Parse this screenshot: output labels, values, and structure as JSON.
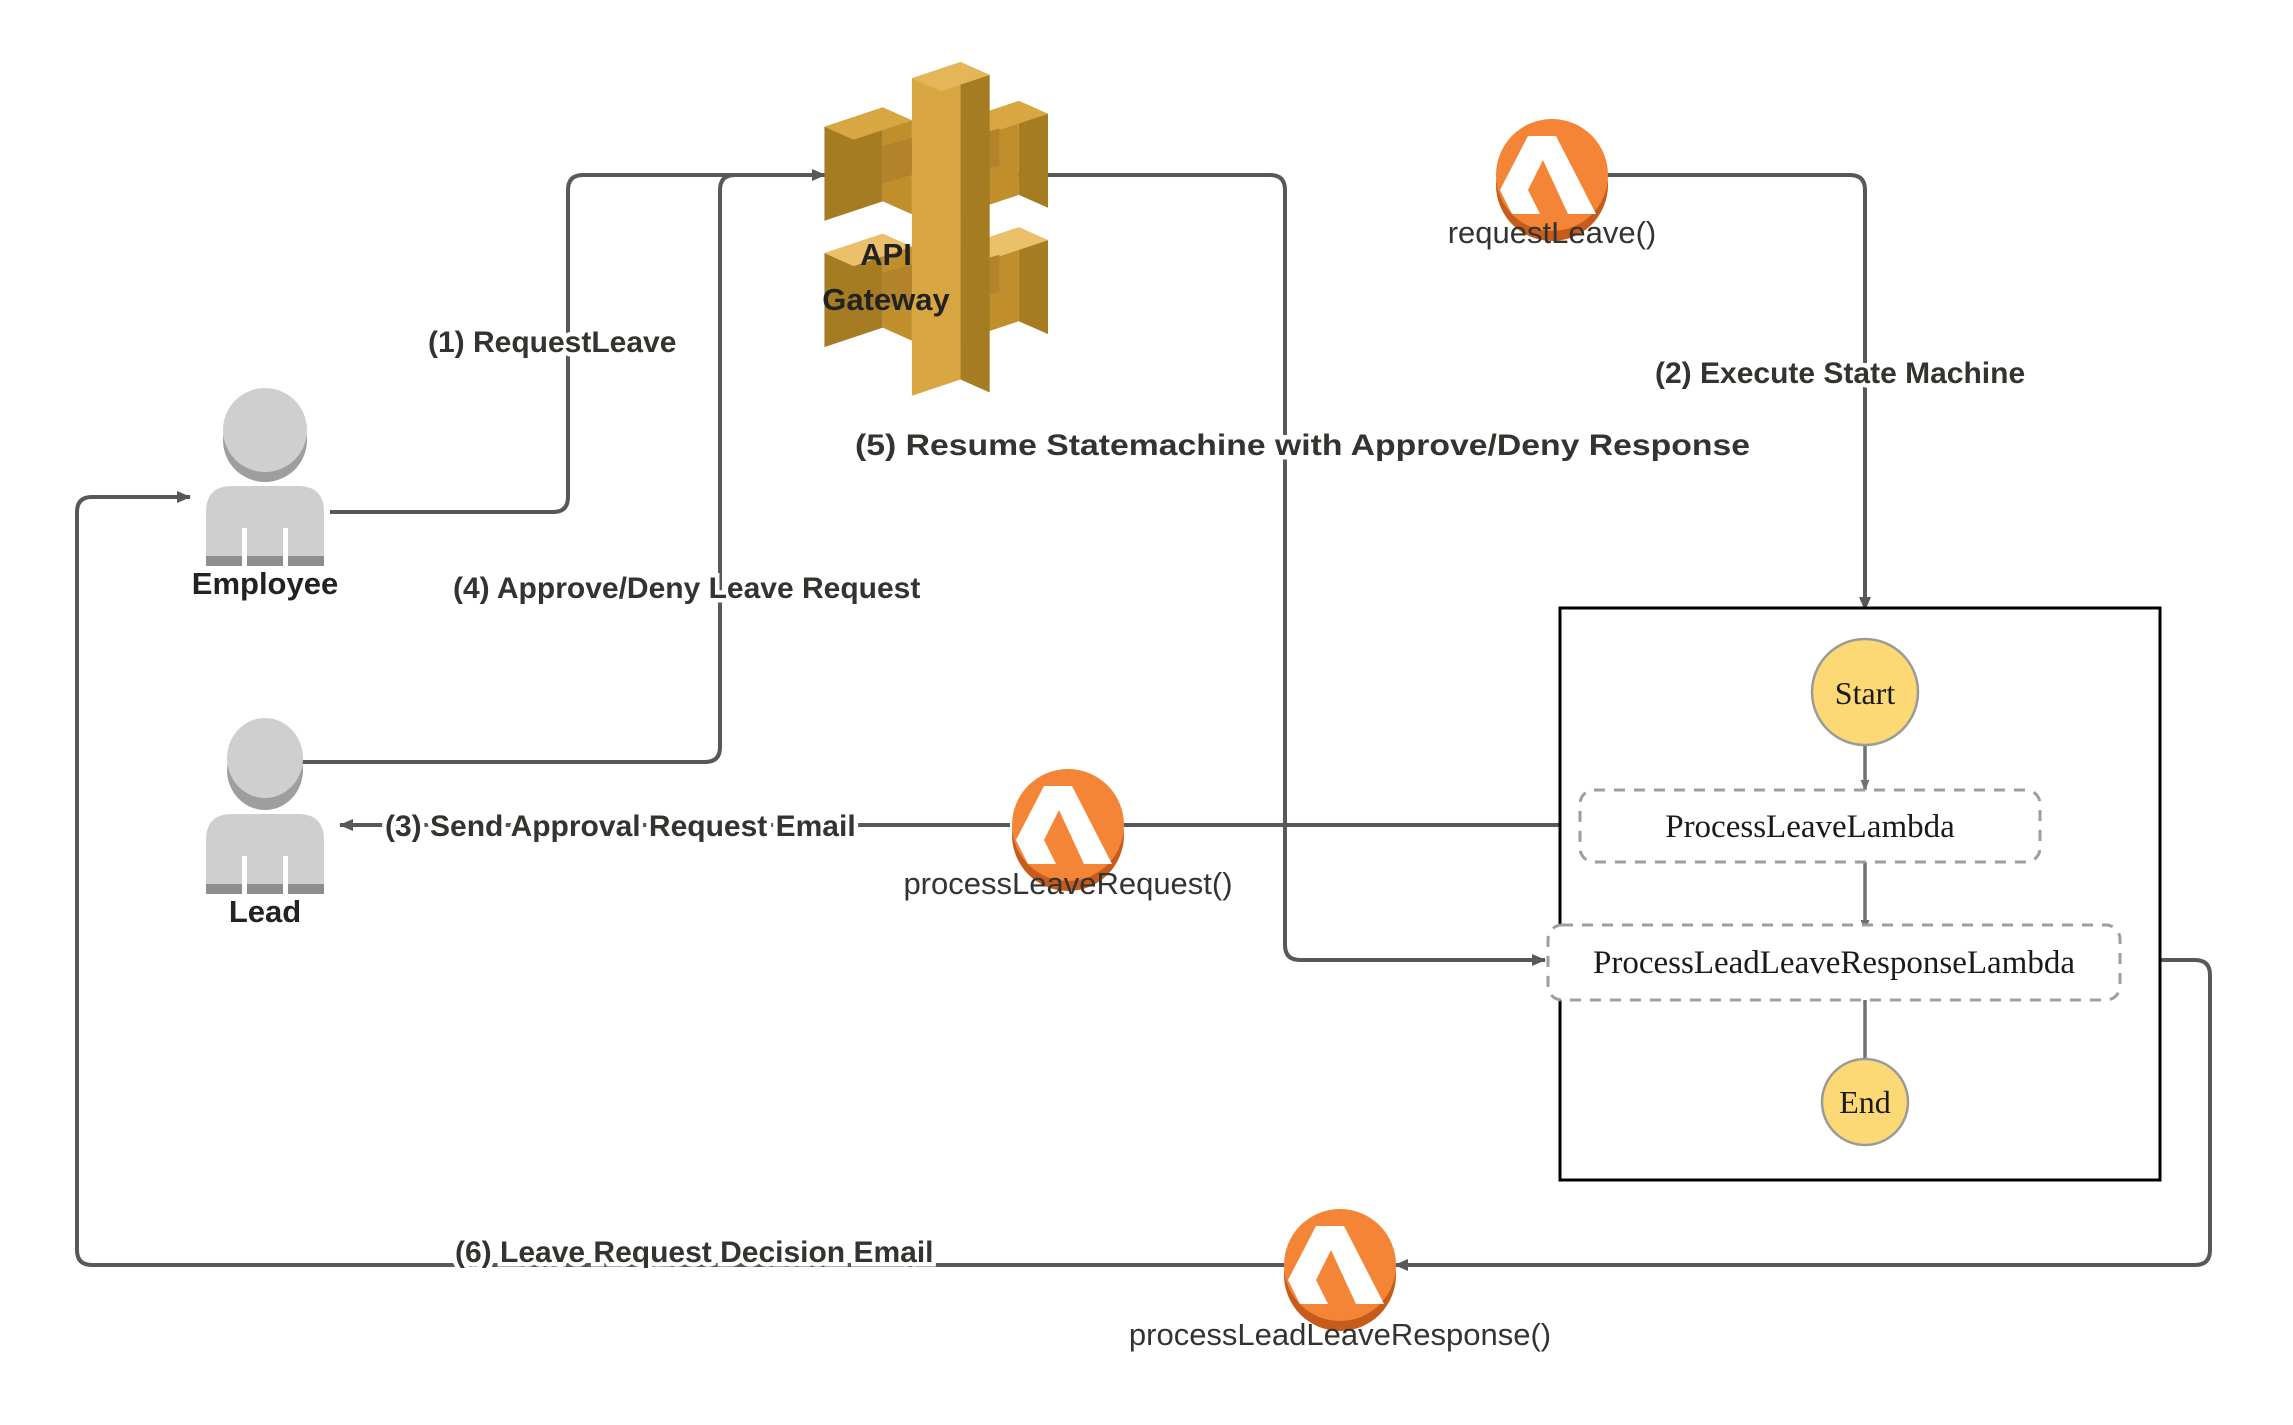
{
  "diagram": {
    "title": "AWS Leave Request Workflow",
    "background": "#ffffff",
    "colors": {
      "connector": "#57585a",
      "lambda_orange": "#F58536",
      "lambda_orange_dark": "#C75B1B",
      "apigw_gold": "#D9A741",
      "apigw_gold_dark": "#A67C23",
      "apigw_gold_mid": "#C08F2C",
      "person_gray": "#CFCFCF",
      "person_gray_dark": "#888888",
      "state_yellow": "#FCD975",
      "state_border": "#9A9A9A",
      "step_dash": "#9E9E9E",
      "text": "#33332f"
    }
  },
  "actors": {
    "employee": {
      "label": "Employee",
      "icon": "person-icon"
    },
    "lead": {
      "label": "Lead",
      "icon": "person-icon"
    }
  },
  "services": {
    "api_gateway": {
      "label_line1": "API",
      "label_line2": "Gateway",
      "icon": "api-gateway-icon"
    },
    "lambdas": [
      {
        "id": "request-leave",
        "label": "requestLeave()",
        "icon": "lambda-icon"
      },
      {
        "id": "process-leave-request",
        "label": "processLeaveRequest()",
        "icon": "lambda-icon"
      },
      {
        "id": "process-lead-leave-response",
        "label": "processLeadLeaveResponse()",
        "icon": "lambda-icon"
      }
    ]
  },
  "state_machine": {
    "name": "state-machine-container",
    "start": "Start",
    "end": "End",
    "steps": [
      {
        "id": "process-leave-lambda",
        "label": "ProcessLeaveLambda"
      },
      {
        "id": "process-lead-leave-response-lambda",
        "label": "ProcessLeadLeaveResponseLambda"
      }
    ]
  },
  "flows": [
    {
      "step": "1",
      "label": "(1) RequestLeave",
      "from": "Employee",
      "to": "API Gateway"
    },
    {
      "step": "2",
      "label": "(2) Execute State Machine",
      "from": "requestLeave()",
      "to": "Start"
    },
    {
      "step": "3",
      "label": "(3) Send Approval Request Email",
      "from": "processLeaveRequest()",
      "to": "Lead"
    },
    {
      "step": "4",
      "label": "(4) Approve/Deny Leave Request",
      "from": "Lead",
      "to": "API Gateway"
    },
    {
      "step": "5",
      "label": "(5) Resume Statemachine with Approve/Deny Response",
      "from": "API Gateway",
      "to": "ProcessLeadLeaveResponseLambda"
    },
    {
      "step": "6",
      "label": "(6) Leave Request Decision Email",
      "from": "processLeadLeaveResponse()",
      "to": "Employee"
    }
  ]
}
